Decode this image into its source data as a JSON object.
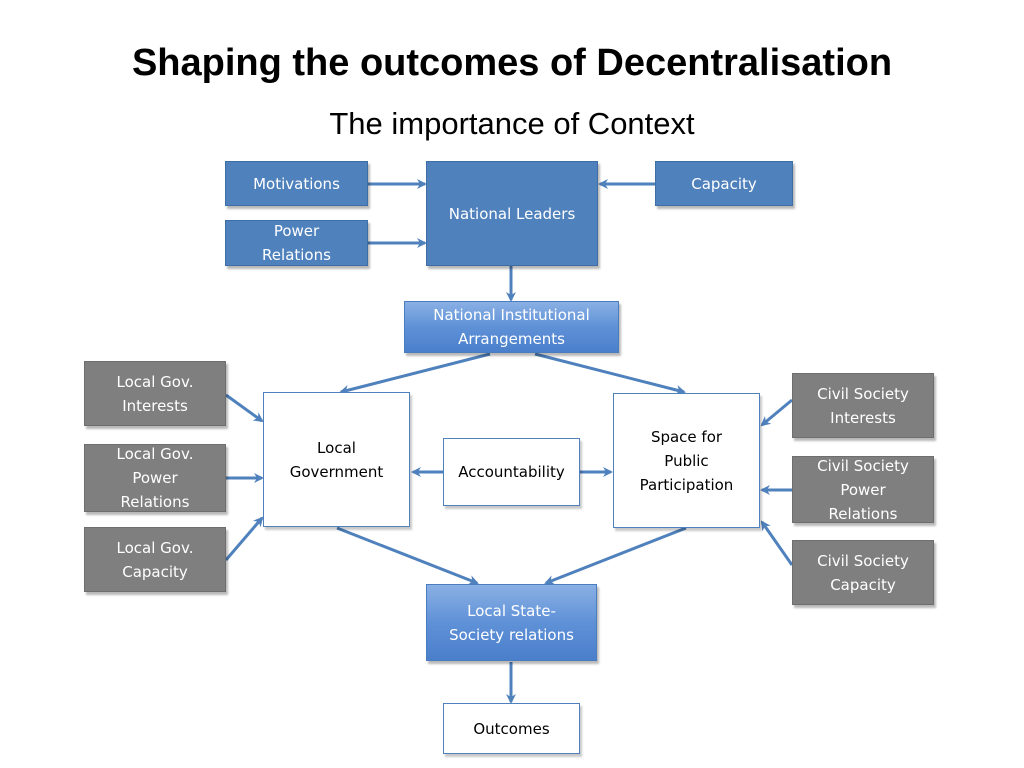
{
  "title": "Shaping the outcomes of Decentralisation",
  "subtitle": "The importance of Context",
  "nodes": {
    "motivations": "Motivations",
    "power_relations": "Power\nRelations",
    "national_leaders": "National Leaders",
    "capacity": "Capacity",
    "national_institutional": "National Institutional\nArrangements",
    "lg_interests": "Local Gov.\nInterests",
    "lg_power": "Local Gov.\nPower\nRelations",
    "lg_capacity": "Local Gov.\nCapacity",
    "local_government": "Local\nGovernment",
    "accountability": "Accountability",
    "space_participation": "Space for\nPublic\nParticipation",
    "cs_interests": "Civil Society\nInterests",
    "cs_power": "Civil Society\nPower\nRelations",
    "cs_capacity": "Civil Society\nCapacity",
    "local_state_society": "Local State-\nSociety relations",
    "outcomes": "Outcomes"
  },
  "colors": {
    "blue": "#4f81bd",
    "gray": "#7f7f7f",
    "arrow": "#4f81bd"
  }
}
